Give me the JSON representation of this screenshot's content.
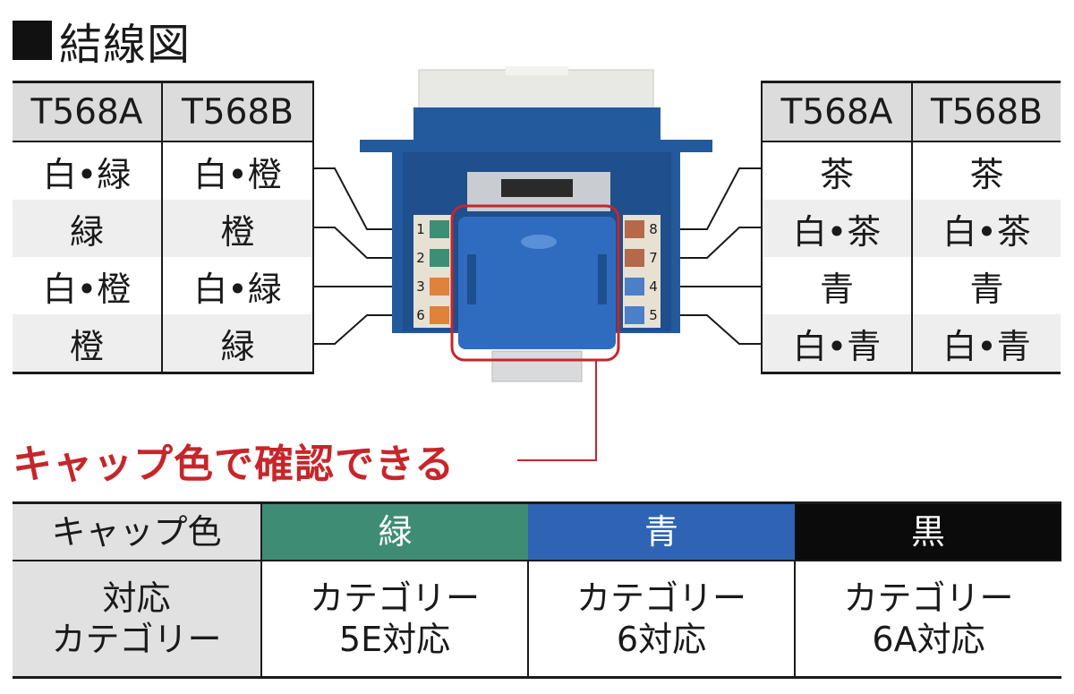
{
  "title": "■結線図",
  "left_table": {
    "headers": [
      "T568A",
      "T568B"
    ],
    "rows": [
      [
        "白•緑",
        "白•橙"
      ],
      [
        "緑",
        "橙"
      ],
      [
        "白•橙",
        "白•緑"
      ],
      [
        "橙",
        "緑"
      ]
    ]
  },
  "right_table": {
    "headers": [
      "T568A",
      "T568B"
    ],
    "rows": [
      [
        "茶",
        "茶"
      ],
      [
        "白•茶",
        "白•茶"
      ],
      [
        "青",
        "青"
      ],
      [
        "白•青",
        "白•青"
      ]
    ]
  },
  "connector": {
    "left_pins": [
      "1",
      "2",
      "3",
      "6"
    ],
    "right_pins": [
      "8",
      "7",
      "4",
      "5"
    ]
  },
  "callout": "キャップ色で確認できる",
  "cap_table": {
    "row1_label": "キャップ色",
    "row1": [
      "緑",
      "青",
      "黒"
    ],
    "row2_label_line1": "対応",
    "row2_label_line2": "カテゴリー",
    "row2": [
      {
        "line1": "カテゴリー",
        "line2": "5E対応"
      },
      {
        "line1": "カテゴリー",
        "line2": "6対応"
      },
      {
        "line1": "カテゴリー",
        "line2": "6A対応"
      }
    ]
  },
  "colors": {
    "green": "#3e8c74",
    "blue": "#2f63b3",
    "black": "#0b0b0b",
    "callout_red": "#c6262b"
  }
}
